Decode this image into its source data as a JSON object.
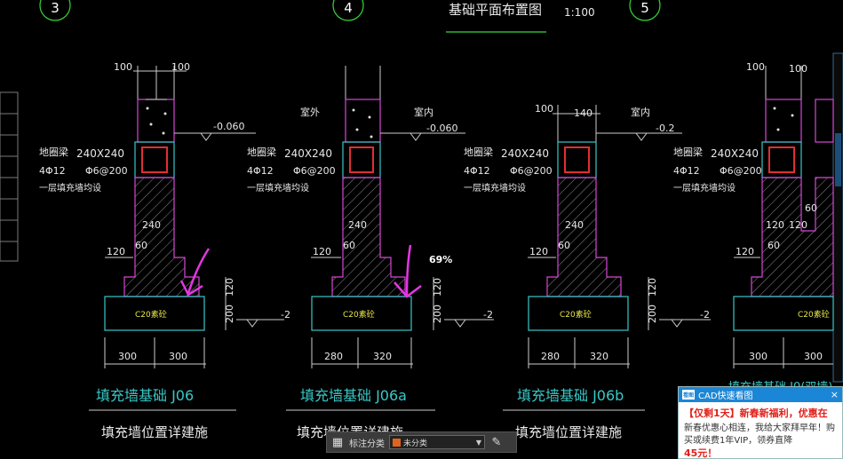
{
  "drawing": {
    "grid_bubbles": [
      "3",
      "4",
      "5"
    ],
    "title": "基础平面布置图",
    "scale": "1:100",
    "zoom_percent": "69%",
    "labels": {
      "outdoor": "室外",
      "indoor": "室内",
      "ring_beam": "地圈梁",
      "ring_beam_size": "240X240",
      "rebar_main": "4Φ12",
      "rebar_stirrup": "Φ6@200",
      "fill_wall_note": "一层填充墙均设",
      "concrete": "C20素砼"
    },
    "details": [
      {
        "top_dims": [
          "100",
          "100"
        ],
        "elev_top": "-0.060",
        "wall_dim": "240",
        "step_dim": "60",
        "side_dim": "120",
        "v_dim_upper": "120",
        "v_dim_lower": "200",
        "elev_bottom": "-2",
        "bottom_dims": [
          "300",
          "300"
        ],
        "name": "填充墙基础 J06",
        "subtitle": "填充墙位置详建施"
      },
      {
        "top_dims": [],
        "elev_top": "-0.060",
        "wall_dim": "240",
        "step_dim": "60",
        "side_dim": "120",
        "v_dim_upper": "120",
        "v_dim_lower": "200",
        "elev_bottom": "-2",
        "bottom_dims": [
          "280",
          "320"
        ],
        "name": "填充墙基础 J06a",
        "subtitle": "填充墙位置详建施"
      },
      {
        "top_dims": [
          "100",
          "140"
        ],
        "elev_top": "-0.2",
        "wall_dim": "240",
        "step_dim": "60",
        "side_dim": "120",
        "v_dim_upper": "120",
        "v_dim_lower": "200",
        "elev_bottom": "-2",
        "bottom_dims": [
          "280",
          "320"
        ],
        "name": "填充墙基础 J06b",
        "subtitle": "填充墙位置详建施"
      },
      {
        "top_dims": [
          "100",
          "100"
        ],
        "elev_top": "",
        "wall_dim": "120",
        "wall_dim2": "120",
        "step_dim": "60",
        "step_dim2": "60",
        "side_dim": "120",
        "bottom_dims": [
          "300",
          "300"
        ],
        "name": "填充墙基础 J0(双墙)",
        "subtitle": ""
      }
    ]
  },
  "toolbar": {
    "label": "标注分类",
    "selected": "未分类",
    "swatch_color": "#e0641e"
  },
  "popup": {
    "title": "CAD快速看图",
    "headline": "【仅剩1天】新春新福利，优惠在",
    "text": "新春优惠心相连，我给大家拜早年！购买或续费1年VIP，领券直降",
    "price": "45元！",
    "logo": "看图"
  }
}
